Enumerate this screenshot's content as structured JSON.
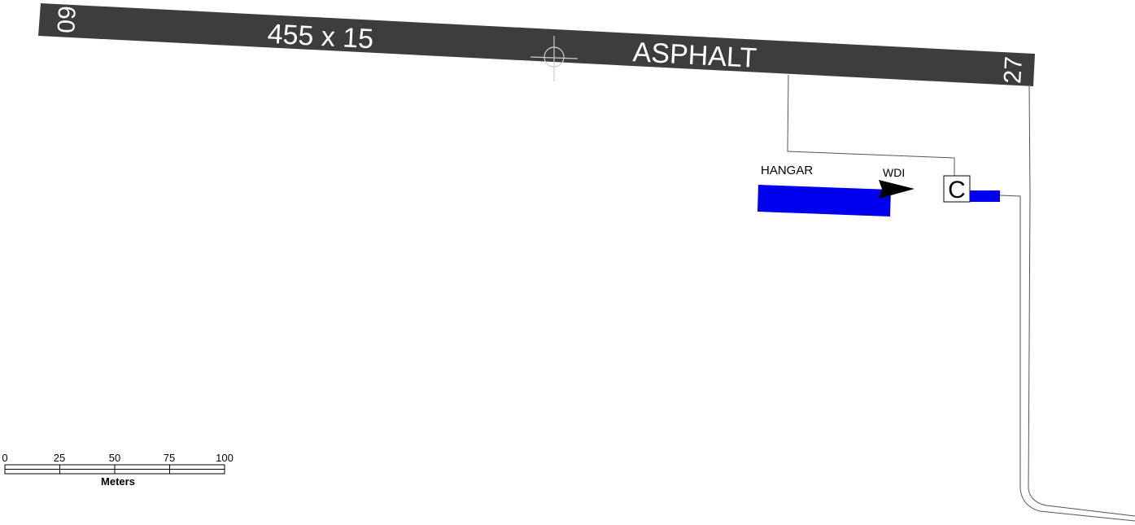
{
  "runway": {
    "end_west": "09",
    "end_east": "27",
    "dimensions": "455 x 15",
    "surface": "ASPHALT",
    "color": "#3d3d3d"
  },
  "labels": {
    "hangar": "HANGAR",
    "wind_indicator": "WDI",
    "customs": "C"
  },
  "structures": {
    "building_color": "#0000ee"
  },
  "scale_bar": {
    "ticks": [
      "0",
      "25",
      "50",
      "75",
      "100"
    ],
    "unit": "Meters"
  },
  "icons": [
    "runway-centre-crosshair-icon",
    "windsock-icon"
  ]
}
